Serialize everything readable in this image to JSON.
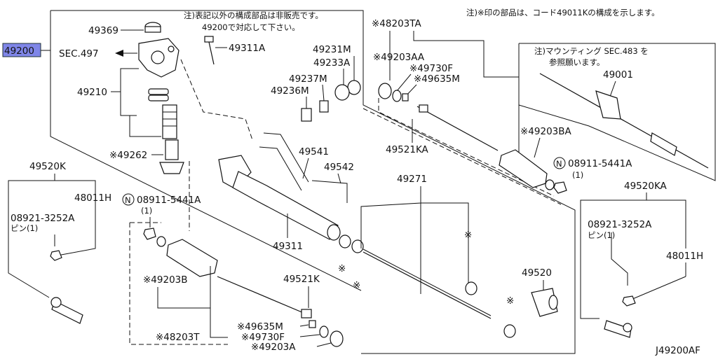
{
  "diagram_id": "J49200AF",
  "notes": {
    "top_right": "注)※印の部品は、コード49011Kの構成を示します。",
    "top_left_1": "注)表記以外の構成部品は非販売です。",
    "top_left_2": "49200で対応して下さい。",
    "mounting_1": "注)マウンティング SEC.483 を",
    "mounting_2": "参照願います。"
  },
  "labels": {
    "p49200": "49200",
    "sec497": "SEC.497",
    "p49369": "49369",
    "p49311A": "49311A",
    "p49210": "49210",
    "p49262": "※49262",
    "p49231M": "49231M",
    "p49233A": "49233A",
    "p49237M": "49237M",
    "p49236M": "49236M",
    "p49541": "49541",
    "p49542": "49542",
    "p49311": "49311",
    "p49271": "49271",
    "p48203TA": "※48203TA",
    "p49203AA": "※49203AA",
    "p49730F_r": "※49730F",
    "p49635M_r": "※49635M",
    "p49521KA": "49521KA",
    "p49203BA": "※49203BA",
    "p08911_r": "08911-5441A",
    "p08911_r_qty": "(1)",
    "p49001": "49001",
    "p49520KA": "49520KA",
    "p08921_r": "08921-3252A",
    "pin_r": "ピン(1)",
    "p48011H_r": "48011H",
    "p49520": "49520",
    "p49520K": "49520K",
    "p48011H_l": "48011H",
    "p08921_l": "08921-3252A",
    "pin_l": "ピン(1)",
    "p08911_l": "08911-5441A",
    "p08911_l_qty": "(1)",
    "p49203B": "※49203B",
    "p48203T": "※48203T",
    "p49521K": "49521K",
    "p49635M_l": "※49635M",
    "p49730F_l": "※49730F",
    "p49203A": "※49203A",
    "star": "※",
    "circle_n": "N"
  },
  "colors": {
    "highlight": "#7f86e8",
    "ink": "#111111"
  }
}
